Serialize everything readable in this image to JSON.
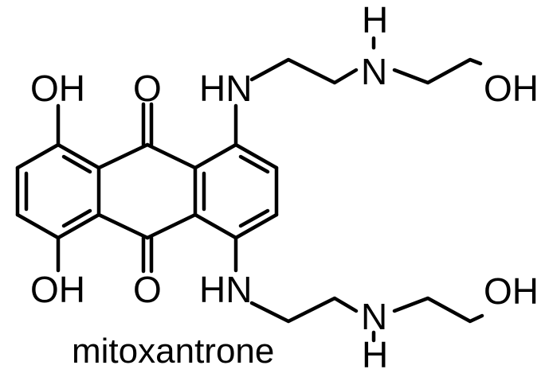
{
  "molecule": {
    "name": "mitoxantrone",
    "labels": {
      "oh_top_left": "OH",
      "oh_bottom_left": "OH",
      "o_top": "O",
      "o_bottom": "O",
      "hn_top": "HN",
      "hn_bottom": "HN",
      "n_top": "N",
      "h_top": "H",
      "n_bottom": "N",
      "h_bottom": "H",
      "oh_top_right": "OH",
      "oh_bottom_right": "OH"
    }
  },
  "colors": {
    "ink": "#000000",
    "background": "#ffffff"
  }
}
